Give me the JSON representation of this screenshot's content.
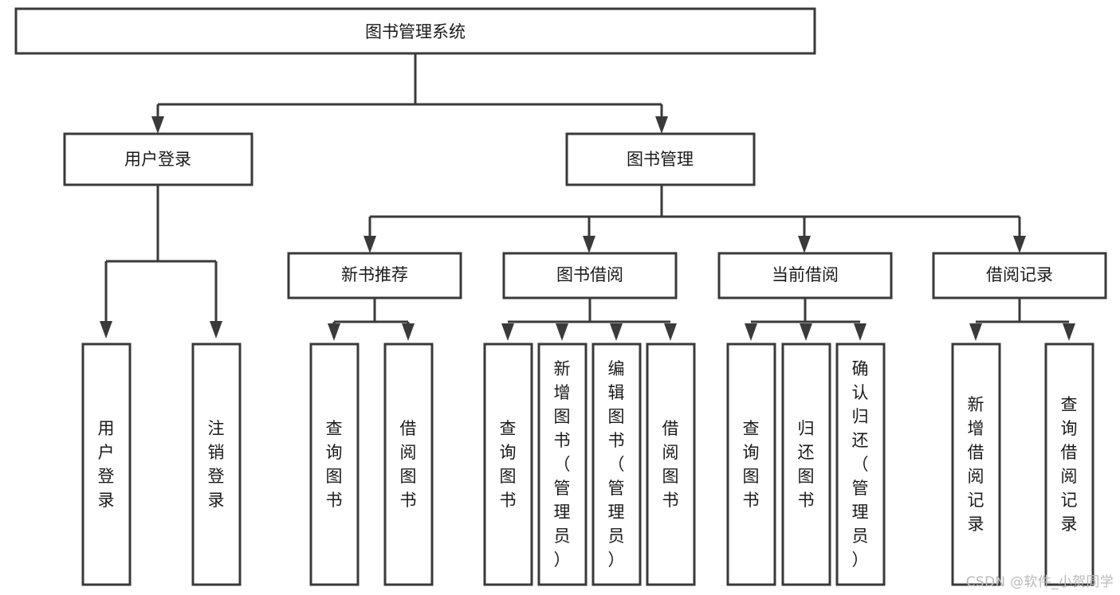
{
  "diagram": {
    "type": "tree-hierarchy-chart",
    "title": "图书管理系统",
    "orientation": "top-down",
    "colors": {
      "box_fill": "#ffffff",
      "box_stroke": "#3a3a3a",
      "text": "#1a1a1a",
      "background": "#ffffff",
      "watermark": "#b9b9b9"
    },
    "levels": [
      {
        "level": 1,
        "nodes": [
          {
            "id": "root",
            "label": "图书管理系统",
            "orientation": "horizontal"
          }
        ]
      },
      {
        "level": 2,
        "nodes": [
          {
            "id": "login",
            "label": "用户登录",
            "orientation": "horizontal",
            "parent": "root"
          },
          {
            "id": "bookmgmt",
            "label": "图书管理",
            "orientation": "horizontal",
            "parent": "root"
          }
        ]
      },
      {
        "level": 3,
        "nodes": [
          {
            "id": "newbook",
            "label": "新书推荐",
            "orientation": "horizontal",
            "parent": "bookmgmt"
          },
          {
            "id": "borrow",
            "label": "图书借阅",
            "orientation": "horizontal",
            "parent": "bookmgmt"
          },
          {
            "id": "current",
            "label": "当前借阅",
            "orientation": "horizontal",
            "parent": "bookmgmt"
          },
          {
            "id": "records",
            "label": "借阅记录",
            "orientation": "horizontal",
            "parent": "bookmgmt"
          }
        ]
      },
      {
        "level": 4,
        "nodes": [
          {
            "id": "leaf-user-login",
            "label": "用户登录",
            "orientation": "vertical",
            "parent": "login"
          },
          {
            "id": "leaf-user-logout",
            "label": "注销登录",
            "orientation": "vertical",
            "parent": "login"
          },
          {
            "id": "leaf-query-book-1",
            "label": "查询图书",
            "orientation": "vertical",
            "parent": "newbook"
          },
          {
            "id": "leaf-borrow-book-1",
            "label": "借阅图书",
            "orientation": "vertical",
            "parent": "newbook"
          },
          {
            "id": "leaf-query-book-2",
            "label": "查询图书",
            "orientation": "vertical",
            "parent": "borrow"
          },
          {
            "id": "leaf-add-book",
            "label": "新增图书（管理员）",
            "orientation": "vertical",
            "parent": "borrow"
          },
          {
            "id": "leaf-edit-book",
            "label": "编辑图书（管理员）",
            "orientation": "vertical",
            "parent": "borrow"
          },
          {
            "id": "leaf-borrow-book-2",
            "label": "借阅图书",
            "orientation": "vertical",
            "parent": "borrow"
          },
          {
            "id": "leaf-query-book-3",
            "label": "查询图书",
            "orientation": "vertical",
            "parent": "current"
          },
          {
            "id": "leaf-return-book",
            "label": "归还图书",
            "orientation": "vertical",
            "parent": "current"
          },
          {
            "id": "leaf-confirm-return",
            "label": "确认归还（管理员）",
            "orientation": "vertical",
            "parent": "current"
          },
          {
            "id": "leaf-add-record",
            "label": "新增借阅记录",
            "orientation": "vertical",
            "parent": "records"
          },
          {
            "id": "leaf-query-record",
            "label": "查询借阅记录",
            "orientation": "vertical",
            "parent": "records"
          }
        ]
      }
    ]
  },
  "watermark": {
    "text": "CSDN @软件_小贺同学"
  }
}
